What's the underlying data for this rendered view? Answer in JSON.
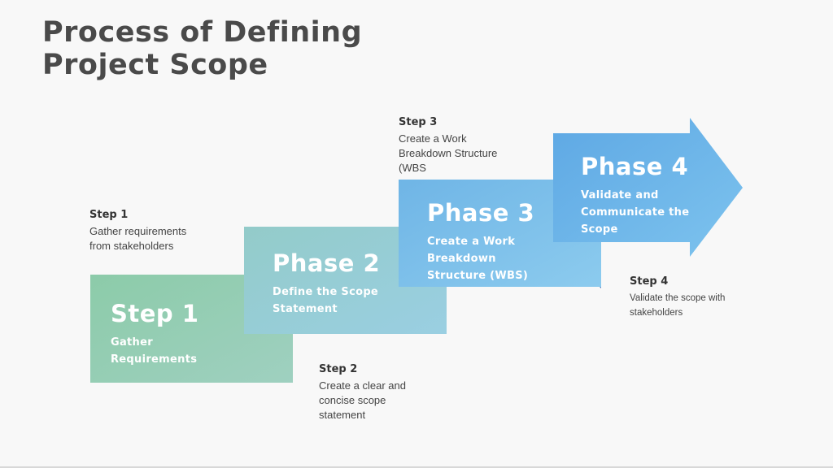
{
  "title": {
    "line1": "Process of Defining",
    "line2": "Project Scope"
  },
  "blocks": [
    {
      "heading": "Step 1",
      "subtitle": "Gather\nRequirements",
      "color": "#8fcab0"
    },
    {
      "heading": "Phase 2",
      "subtitle": "Define the Scope\nStatement",
      "color": "#94cbd6"
    },
    {
      "heading": "Phase 3",
      "subtitle": "Create a Work\nBreakdown\nStructure (WBS)",
      "color": "#7dbde9"
    },
    {
      "heading": "Phase 4",
      "subtitle": "Validate and\nCommunicate the\nScope",
      "color": "#6aaee6"
    }
  ],
  "notes": [
    {
      "heading": "Step 1",
      "body": "Gather requirements\nfrom stakeholders"
    },
    {
      "heading": "Step 2",
      "body": "Create a clear and\nconcise scope\nstatement"
    },
    {
      "heading": "Step 3",
      "body": "Create a Work\nBreakdown Structure\n(WBS"
    },
    {
      "heading": "Step 4",
      "body": "Validate the scope with\nstakeholders"
    }
  ],
  "colors": {
    "fold": "#5f86c6",
    "title_text": "#4a4a4a"
  }
}
